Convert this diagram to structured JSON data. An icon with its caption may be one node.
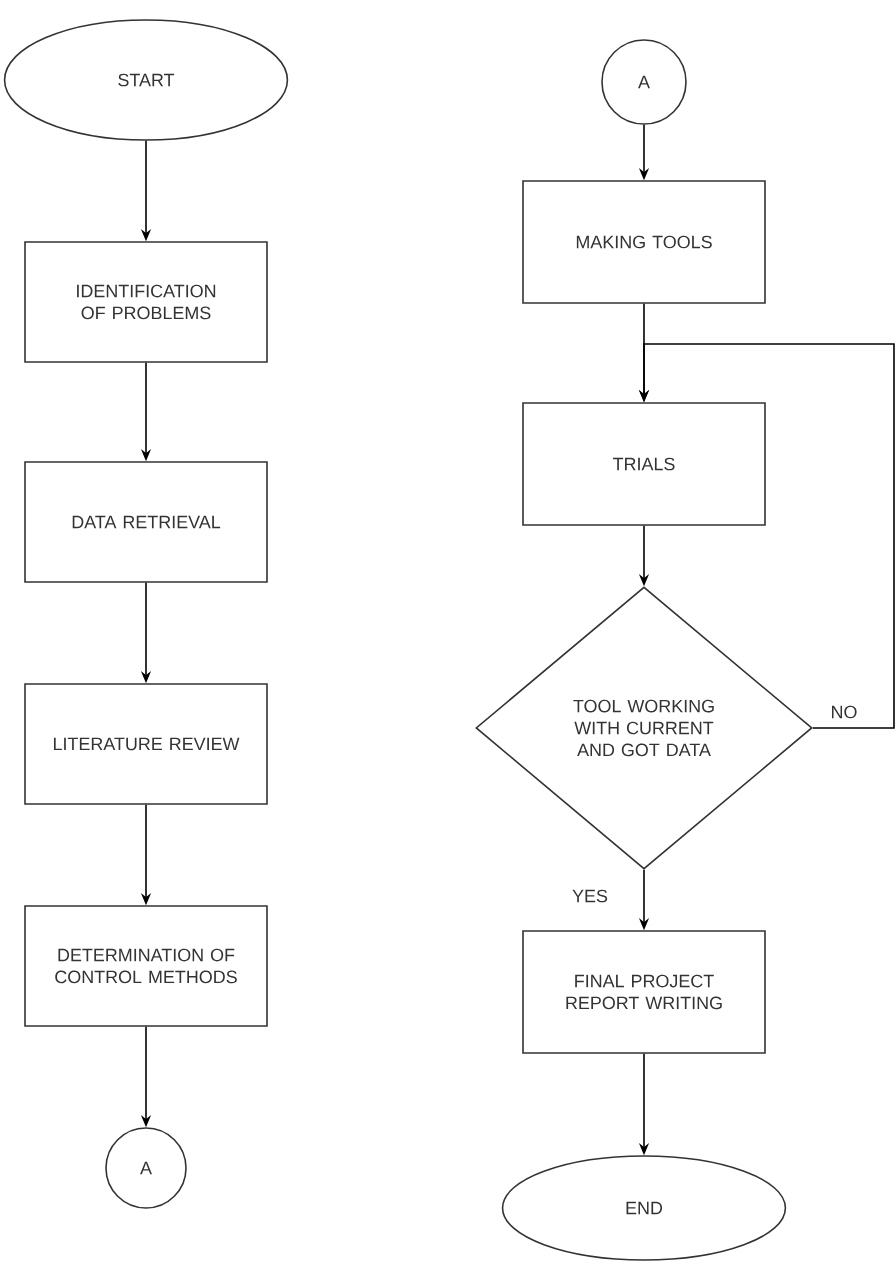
{
  "diagram": {
    "nodes": [
      {
        "text": [
          "START"
        ]
      },
      {
        "text": [
          "IDENTIFICATION OF PROBLEMS"
        ]
      },
      {
        "text": [
          "DATA RETRIEVAL"
        ]
      },
      {
        "text": [
          "LITERATURE REVIEW"
        ]
      },
      {
        "text": [
          "DETERMINATION OF CONTROL METHODS"
        ]
      },
      {
        "text": [
          "A"
        ]
      },
      {
        "text": [
          "A"
        ]
      },
      {
        "text": [
          "MAKING TOOLS"
        ]
      },
      {
        "text": [
          "TRIALS"
        ]
      },
      {
        "text": [
          "TOOL WORKING WITH CURRENT AND GOT DATA"
        ]
      },
      {
        "text": [
          "FINAL PROJECT REPORT WRITING"
        ]
      },
      {
        "text": [
          "END"
        ]
      }
    ],
    "edges": [
      {
        "from": 0,
        "to": 1,
        "arrow": "to"
      },
      {
        "from": 1,
        "to": 2,
        "arrow": "to"
      },
      {
        "from": 2,
        "to": 3,
        "arrow": "to"
      },
      {
        "from": 3,
        "to": 4,
        "arrow": "to"
      },
      {
        "from": 4,
        "to": 5,
        "arrow": "to"
      },
      {
        "from": 6,
        "to": 7,
        "arrow": "to"
      },
      {
        "from": 7,
        "to": 8,
        "arrow": "to"
      },
      {
        "from": 8,
        "to": 9,
        "arrow": "to"
      },
      {
        "from": 9,
        "to": 8,
        "arrow": "to",
        "label": "NO"
      },
      {
        "from": 9,
        "to": 10,
        "arrow": "to",
        "label": "YES"
      },
      {
        "from": 10,
        "to": 11,
        "arrow": "to"
      }
    ]
  }
}
